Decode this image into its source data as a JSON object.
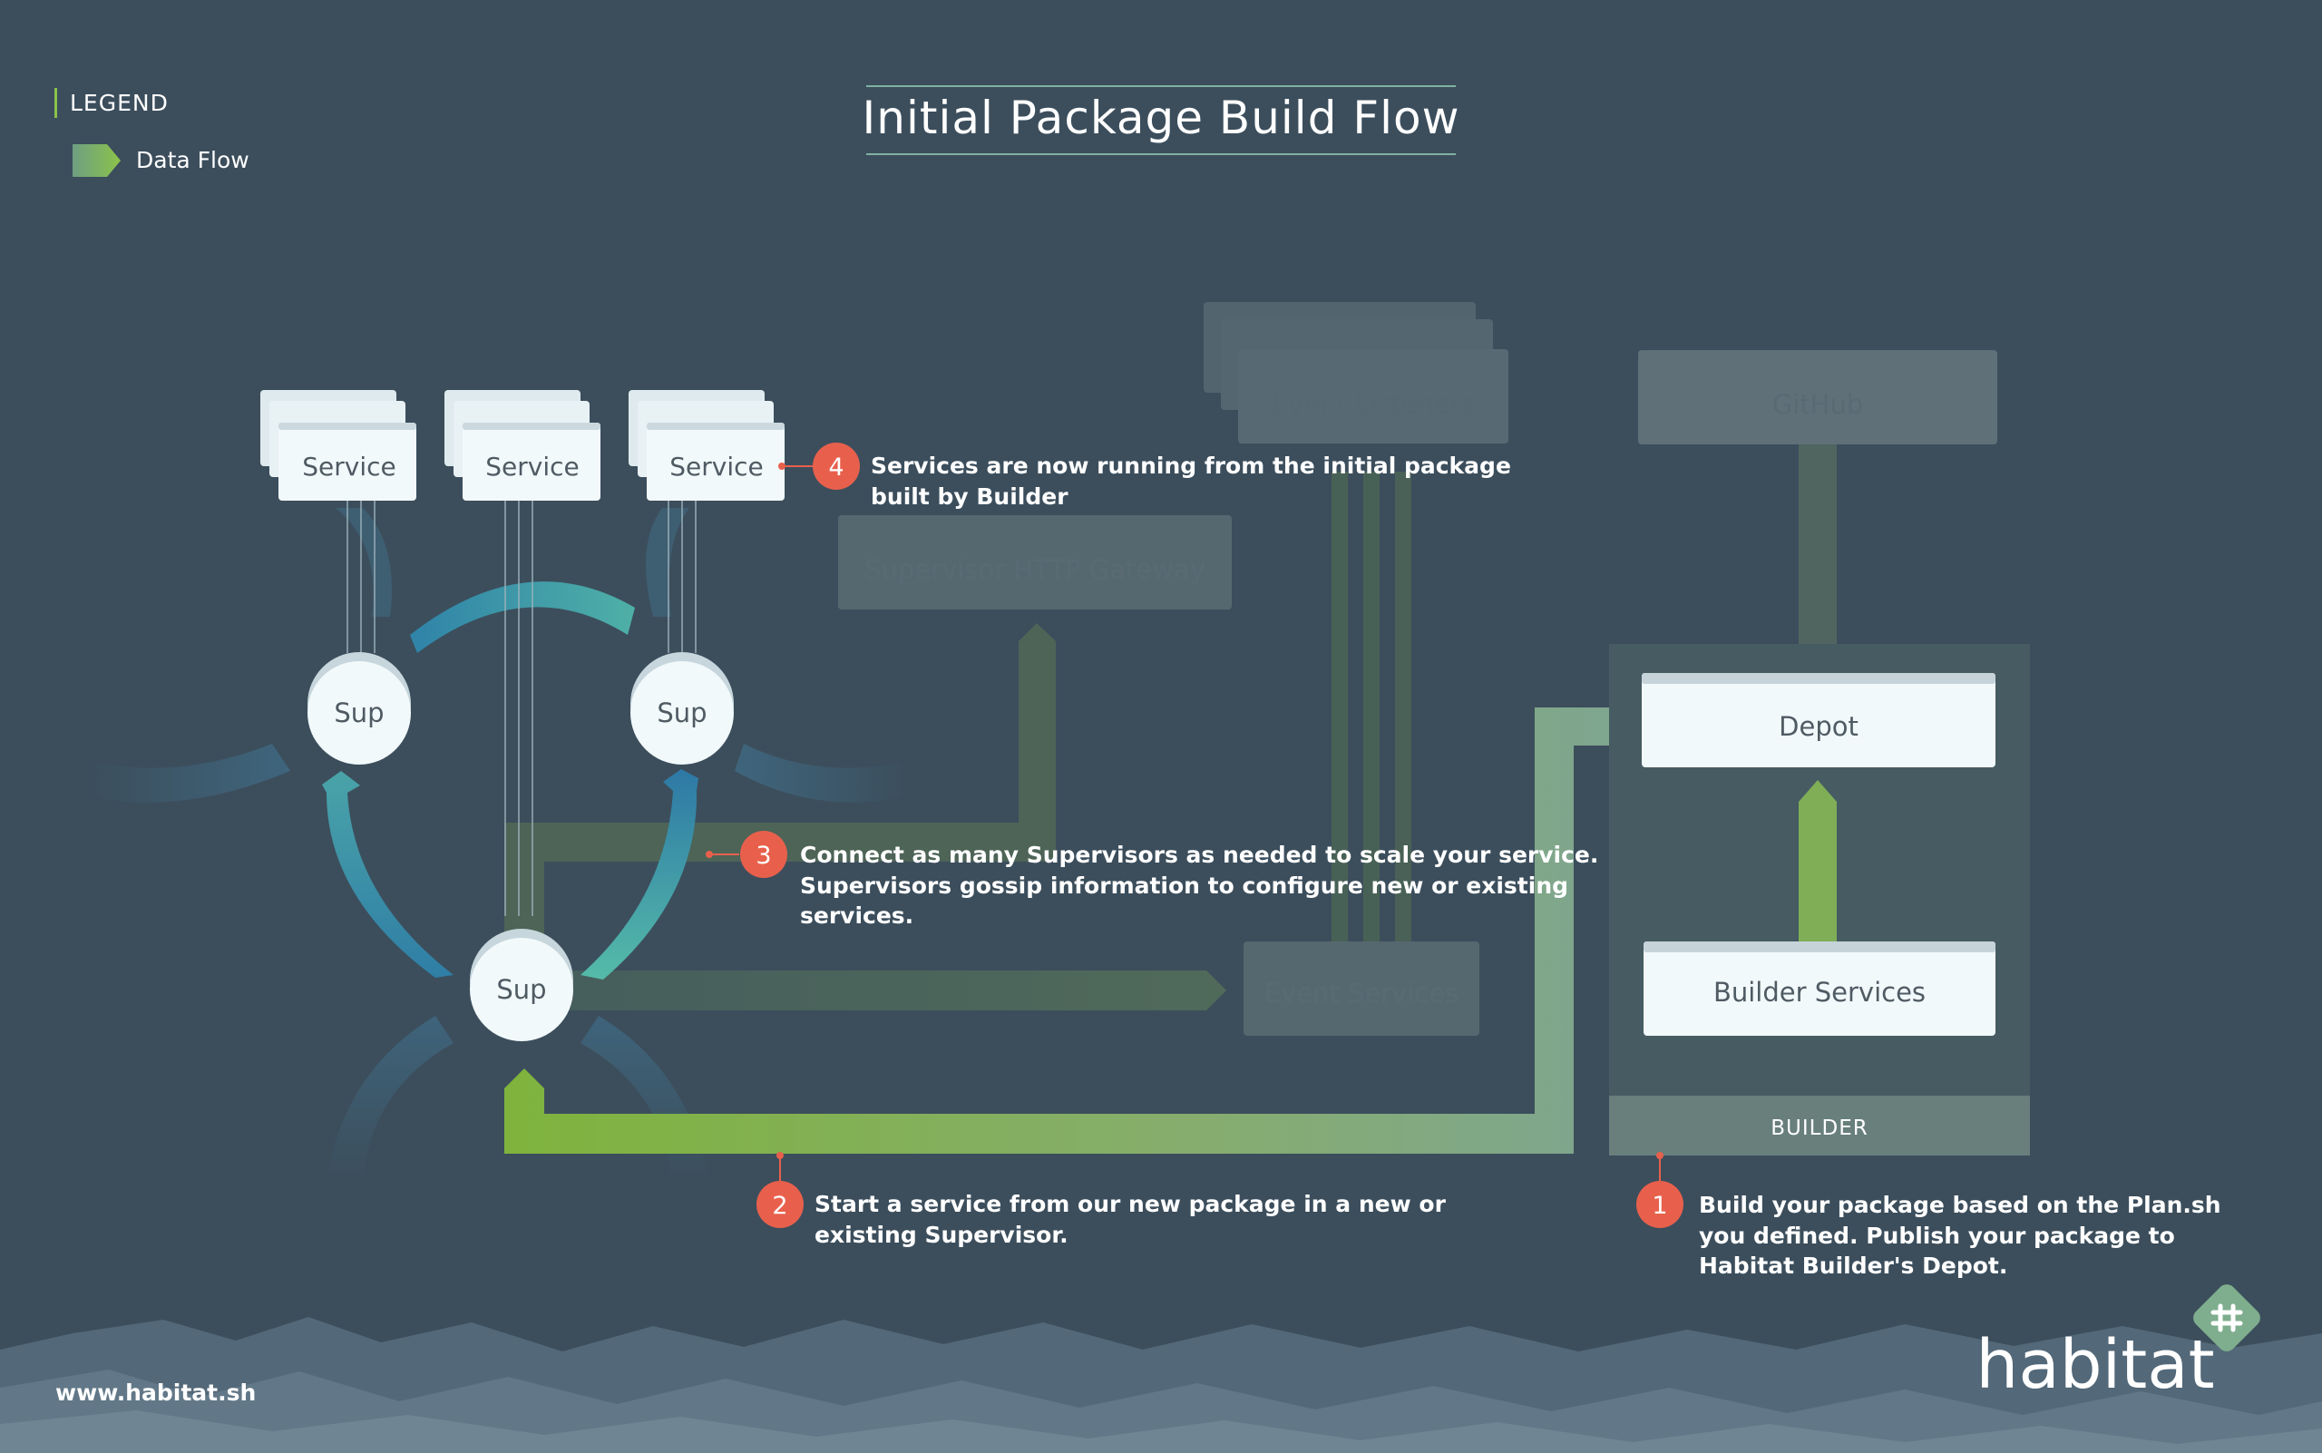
{
  "title": "Initial Package Build Flow",
  "legend": {
    "heading": "LEGEND",
    "items": [
      {
        "label": "Data Flow"
      }
    ]
  },
  "nodes": {
    "services": [
      "Service",
      "Service",
      "Service"
    ],
    "supervisors": [
      "Sup",
      "Sup",
      "Sup"
    ],
    "supervisor_http_gateway": "Supervisor HTTP Gateway",
    "event_listeners": "Event Listeners",
    "event_services": "Event Services",
    "github": "GitHub",
    "depot": "Depot",
    "builder_services": "Builder Services",
    "builder": "BUILDER"
  },
  "steps": [
    {
      "number": "1",
      "lines": [
        "Build your package based on the Plan.sh",
        "you defined. Publish your package to",
        "Habitat Builder's Depot."
      ]
    },
    {
      "number": "2",
      "lines": [
        "Start a service from our new package in a new or",
        "existing Supervisor."
      ]
    },
    {
      "number": "3",
      "lines": [
        "Connect as many Supervisors as needed to scale your service.",
        "Supervisors gossip information to configure new or existing",
        "services."
      ]
    },
    {
      "number": "4",
      "lines": [
        "Services are now running from the initial package",
        "built by Builder"
      ]
    }
  ],
  "footer": {
    "url": "www.habitat.sh",
    "brand": "habitat"
  },
  "colors": {
    "background": "#3c4e5c",
    "box": "#f2f9fb",
    "step_badge": "#e8604c",
    "flow_green": "#8bb54a",
    "builder_band": "#687f7c"
  }
}
